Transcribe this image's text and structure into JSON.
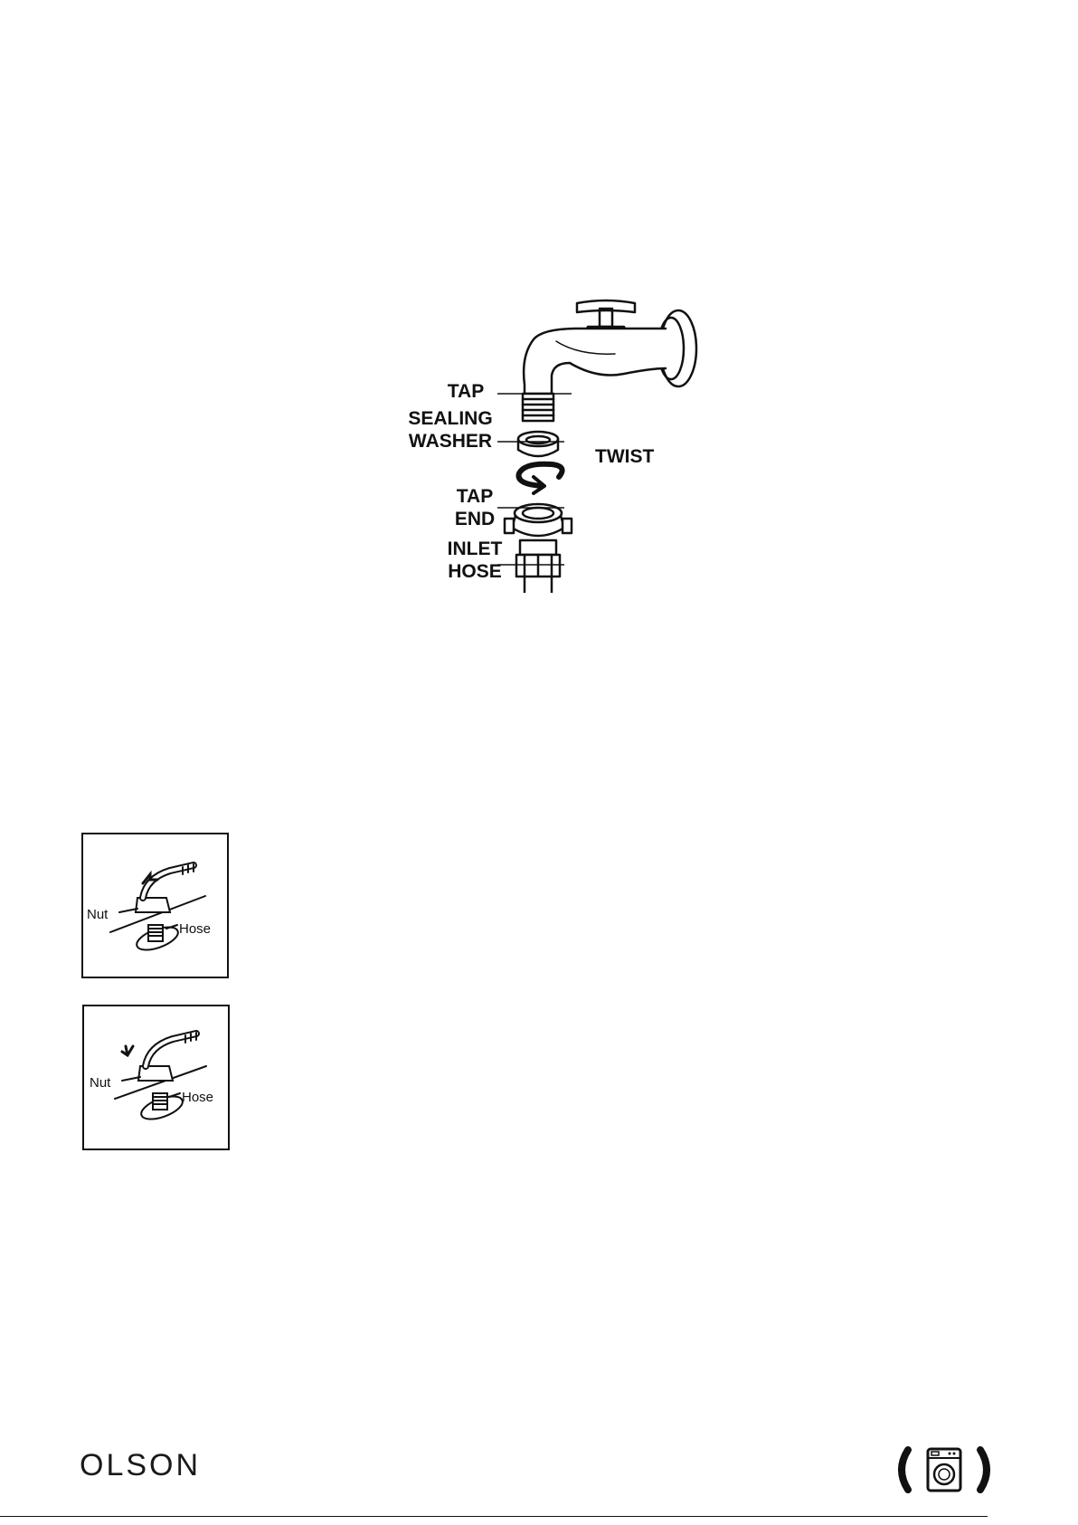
{
  "tap_diagram": {
    "labels": {
      "tap": "TAP",
      "sealing_washer_line1": "SEALING",
      "sealing_washer_line2": "WASHER",
      "twist": "TWIST",
      "tap_end_line1": "TAP",
      "tap_end_line2": "END",
      "inlet_hose_line1": "INLET",
      "inlet_hose_line2": "HOSE"
    }
  },
  "hose_diagram_loosen": {
    "nut_label": "Nut",
    "hose_label": "Hose"
  },
  "hose_diagram_tighten": {
    "nut_label": "Nut",
    "hose_label": "Hose"
  },
  "footer": {
    "brand": "OLSON",
    "icon": "washing-machine-icon"
  }
}
